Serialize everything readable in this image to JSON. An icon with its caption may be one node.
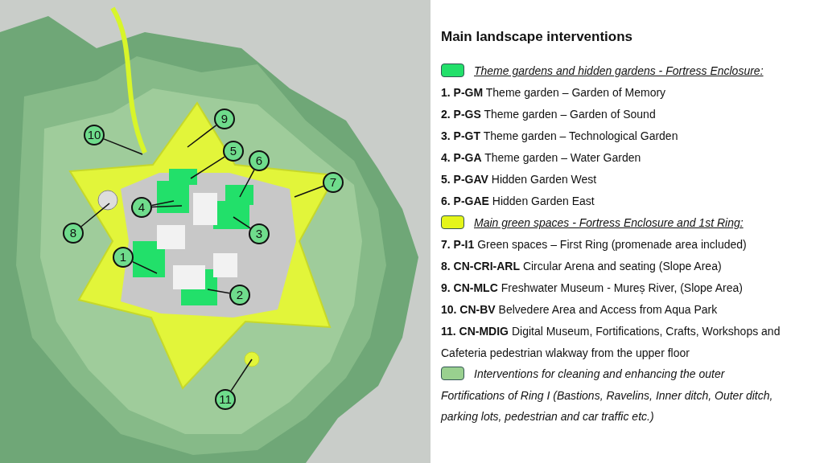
{
  "diagram": {
    "title": "Main landscape interventions",
    "nodes": [
      {
        "text": [
          "1"
        ]
      },
      {
        "text": [
          "2"
        ]
      },
      {
        "text": [
          "3"
        ]
      },
      {
        "text": [
          "4"
        ]
      },
      {
        "text": [
          "5"
        ]
      },
      {
        "text": [
          "6"
        ]
      },
      {
        "text": [
          "7"
        ]
      },
      {
        "text": [
          "8"
        ]
      },
      {
        "text": [
          "9"
        ]
      },
      {
        "text": [
          "10"
        ]
      },
      {
        "text": [
          "11"
        ]
      }
    ],
    "edges": [
      {
        "from": 0,
        "to": null,
        "arrow": "none"
      },
      {
        "from": 1,
        "to": null,
        "arrow": "none"
      },
      {
        "from": 2,
        "to": null,
        "arrow": "none"
      },
      {
        "from": 3,
        "to": null,
        "arrow": "none"
      },
      {
        "from": 3,
        "to": null,
        "arrow": "none"
      },
      {
        "from": 4,
        "to": null,
        "arrow": "none"
      },
      {
        "from": 5,
        "to": null,
        "arrow": "none"
      },
      {
        "from": 6,
        "to": null,
        "arrow": "none"
      },
      {
        "from": 7,
        "to": null,
        "arrow": "none"
      },
      {
        "from": 8,
        "to": null,
        "arrow": "none"
      },
      {
        "from": 9,
        "to": null,
        "arrow": "none"
      },
      {
        "from": 10,
        "to": null,
        "arrow": "none"
      }
    ],
    "labels": [
      "**1. P-GM**  Theme garden – Garden of Memory",
      "**2. P-GS**  Theme garden – Garden of Sound",
      "**3. P-GT**  Theme garden – Technological Garden",
      "**4. P-GA**  Theme garden – Water Garden",
      "**5. P-GAV**  Hidden Garden West",
      "**6. P-GAE**  Hidden Garden East",
      "**7. P-I1**  Green spaces – First Ring (promenade area included)",
      "**8. CN-CRI-ARL**  Circular Arena and seating (Slope Area)",
      "**9. CN-MLC** Freshwater Museum - Mureș River, (Slope Area)",
      "**10. CN-BV**  Belvedere Area and Access from Aqua Park",
      "**11. CN-MDIG**  Digital Museum, Fortifications, Crafts, Workshops and Cafeteria pedestrian wlakway from the upper floor"
    ],
    "legend": [
      {
        "text": "Theme gardens and hidden gardens - Fortress Enclosure:",
        "color": "#22e06a"
      },
      {
        "text": "Main green spaces - Fortress Enclosure and 1st Ring:",
        "color": "#e5f51a"
      },
      {
        "text": "Interventions for cleaning and enhancing the outer Fortifications of Ring I (Bastions, Ravelins, Inner ditch, Outer ditch, parking lots, pedestrian and car traffic etc.)",
        "color": "#99d08f"
      }
    ]
  }
}
